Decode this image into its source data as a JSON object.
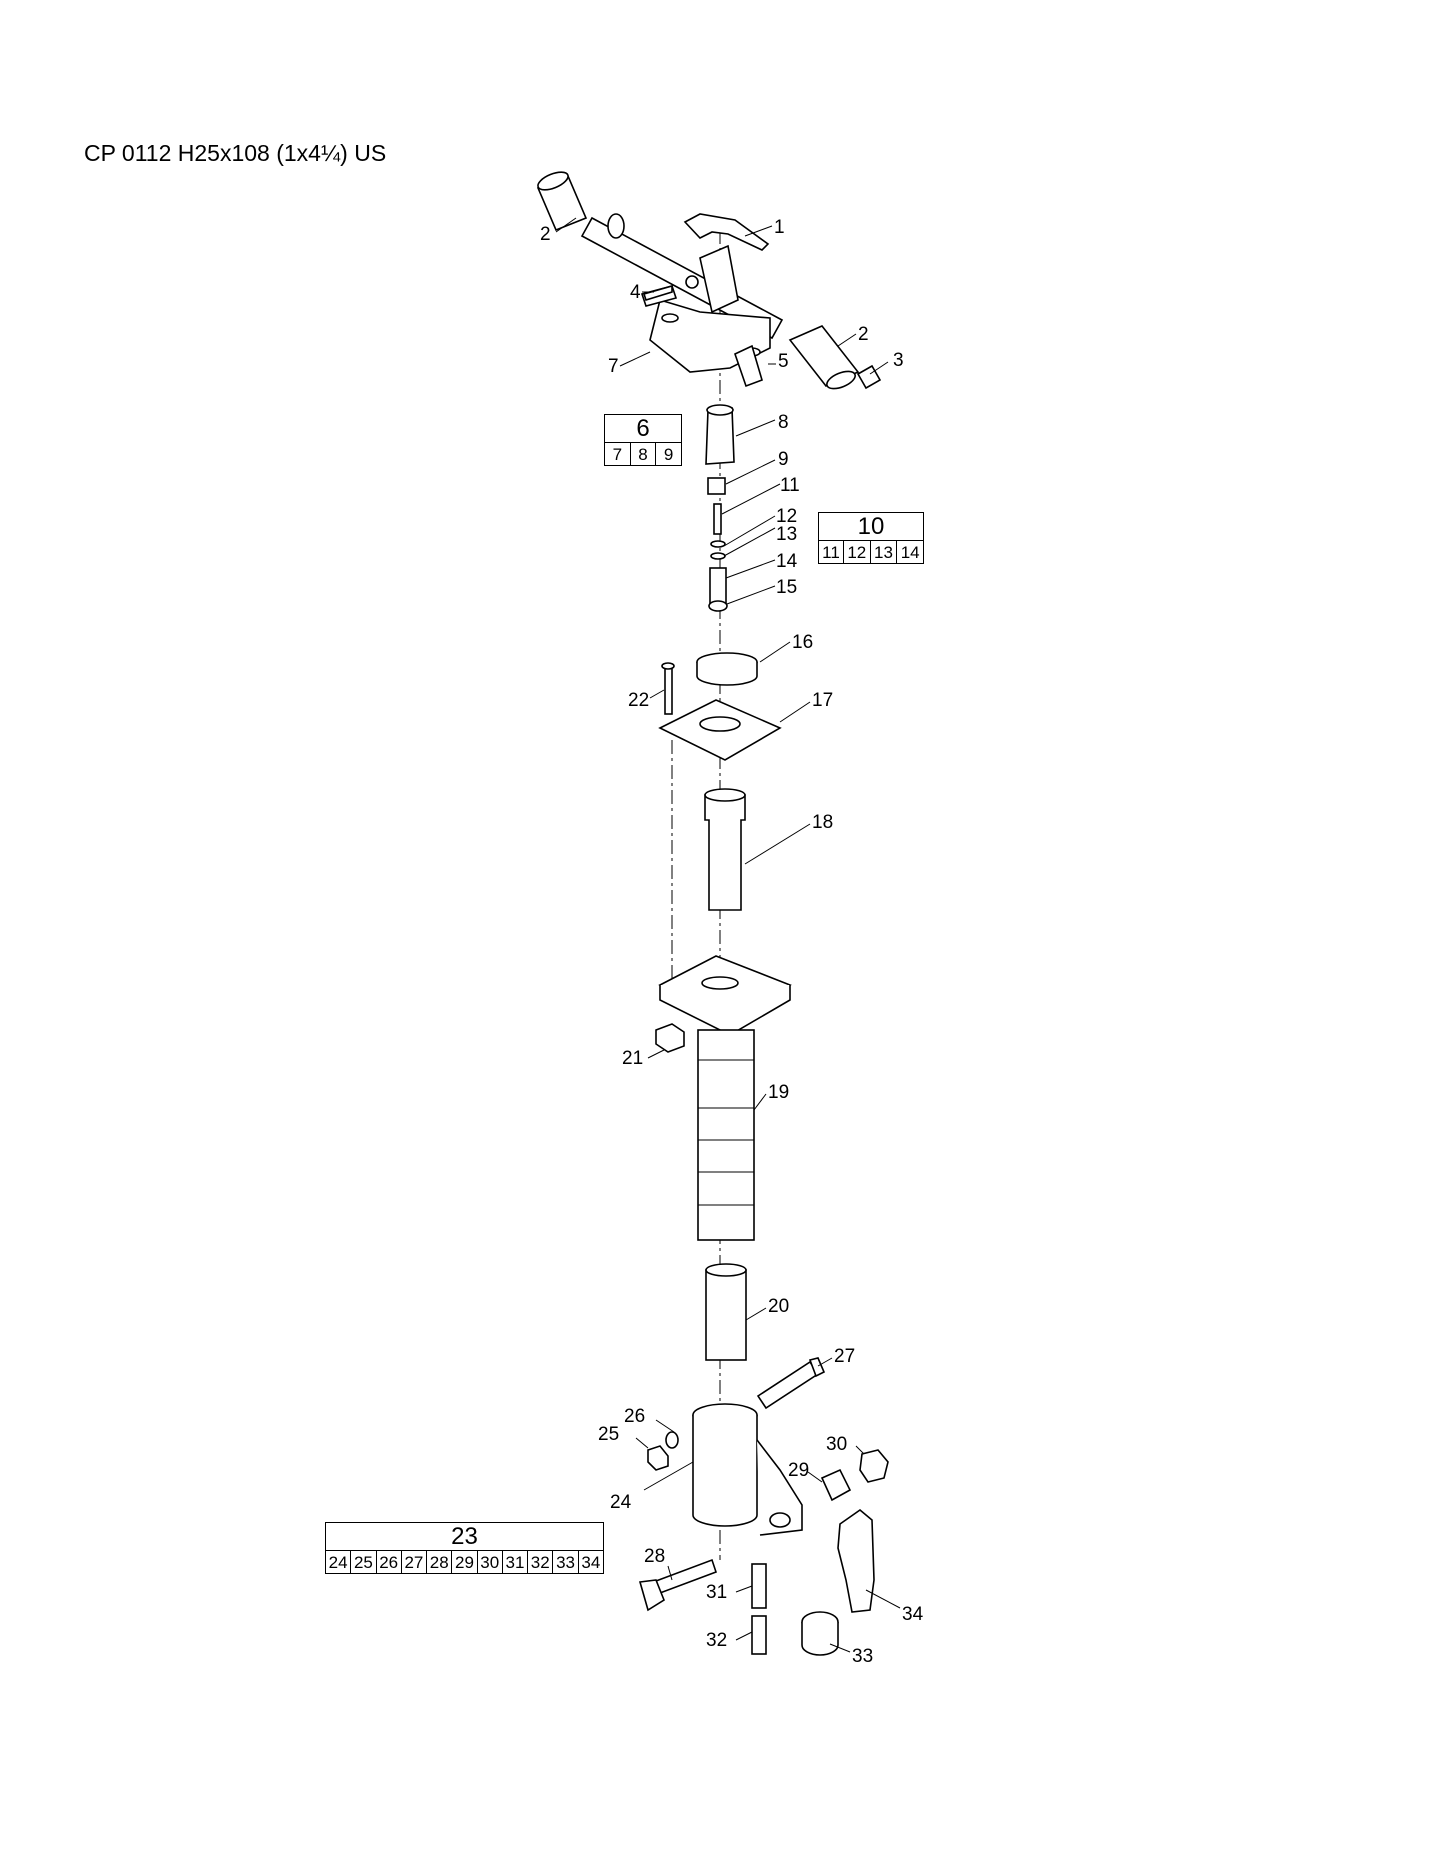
{
  "title": "CP 0112 H25x108 (1x4¼) US",
  "callouts": [
    "1",
    "2",
    "2",
    "3",
    "4",
    "5",
    "7",
    "8",
    "9",
    "11",
    "12",
    "13",
    "14",
    "15",
    "16",
    "17",
    "18",
    "19",
    "20",
    "21",
    "22",
    "24",
    "25",
    "26",
    "27",
    "28",
    "29",
    "30",
    "31",
    "32",
    "33",
    "34"
  ],
  "kits": [
    {
      "number": "6",
      "parts": [
        "7",
        "8",
        "9"
      ]
    },
    {
      "number": "10",
      "parts": [
        "11",
        "12",
        "13",
        "14"
      ]
    },
    {
      "number": "23",
      "parts": [
        "24",
        "25",
        "26",
        "27",
        "28",
        "29",
        "30",
        "31",
        "32",
        "33",
        "34"
      ]
    }
  ]
}
